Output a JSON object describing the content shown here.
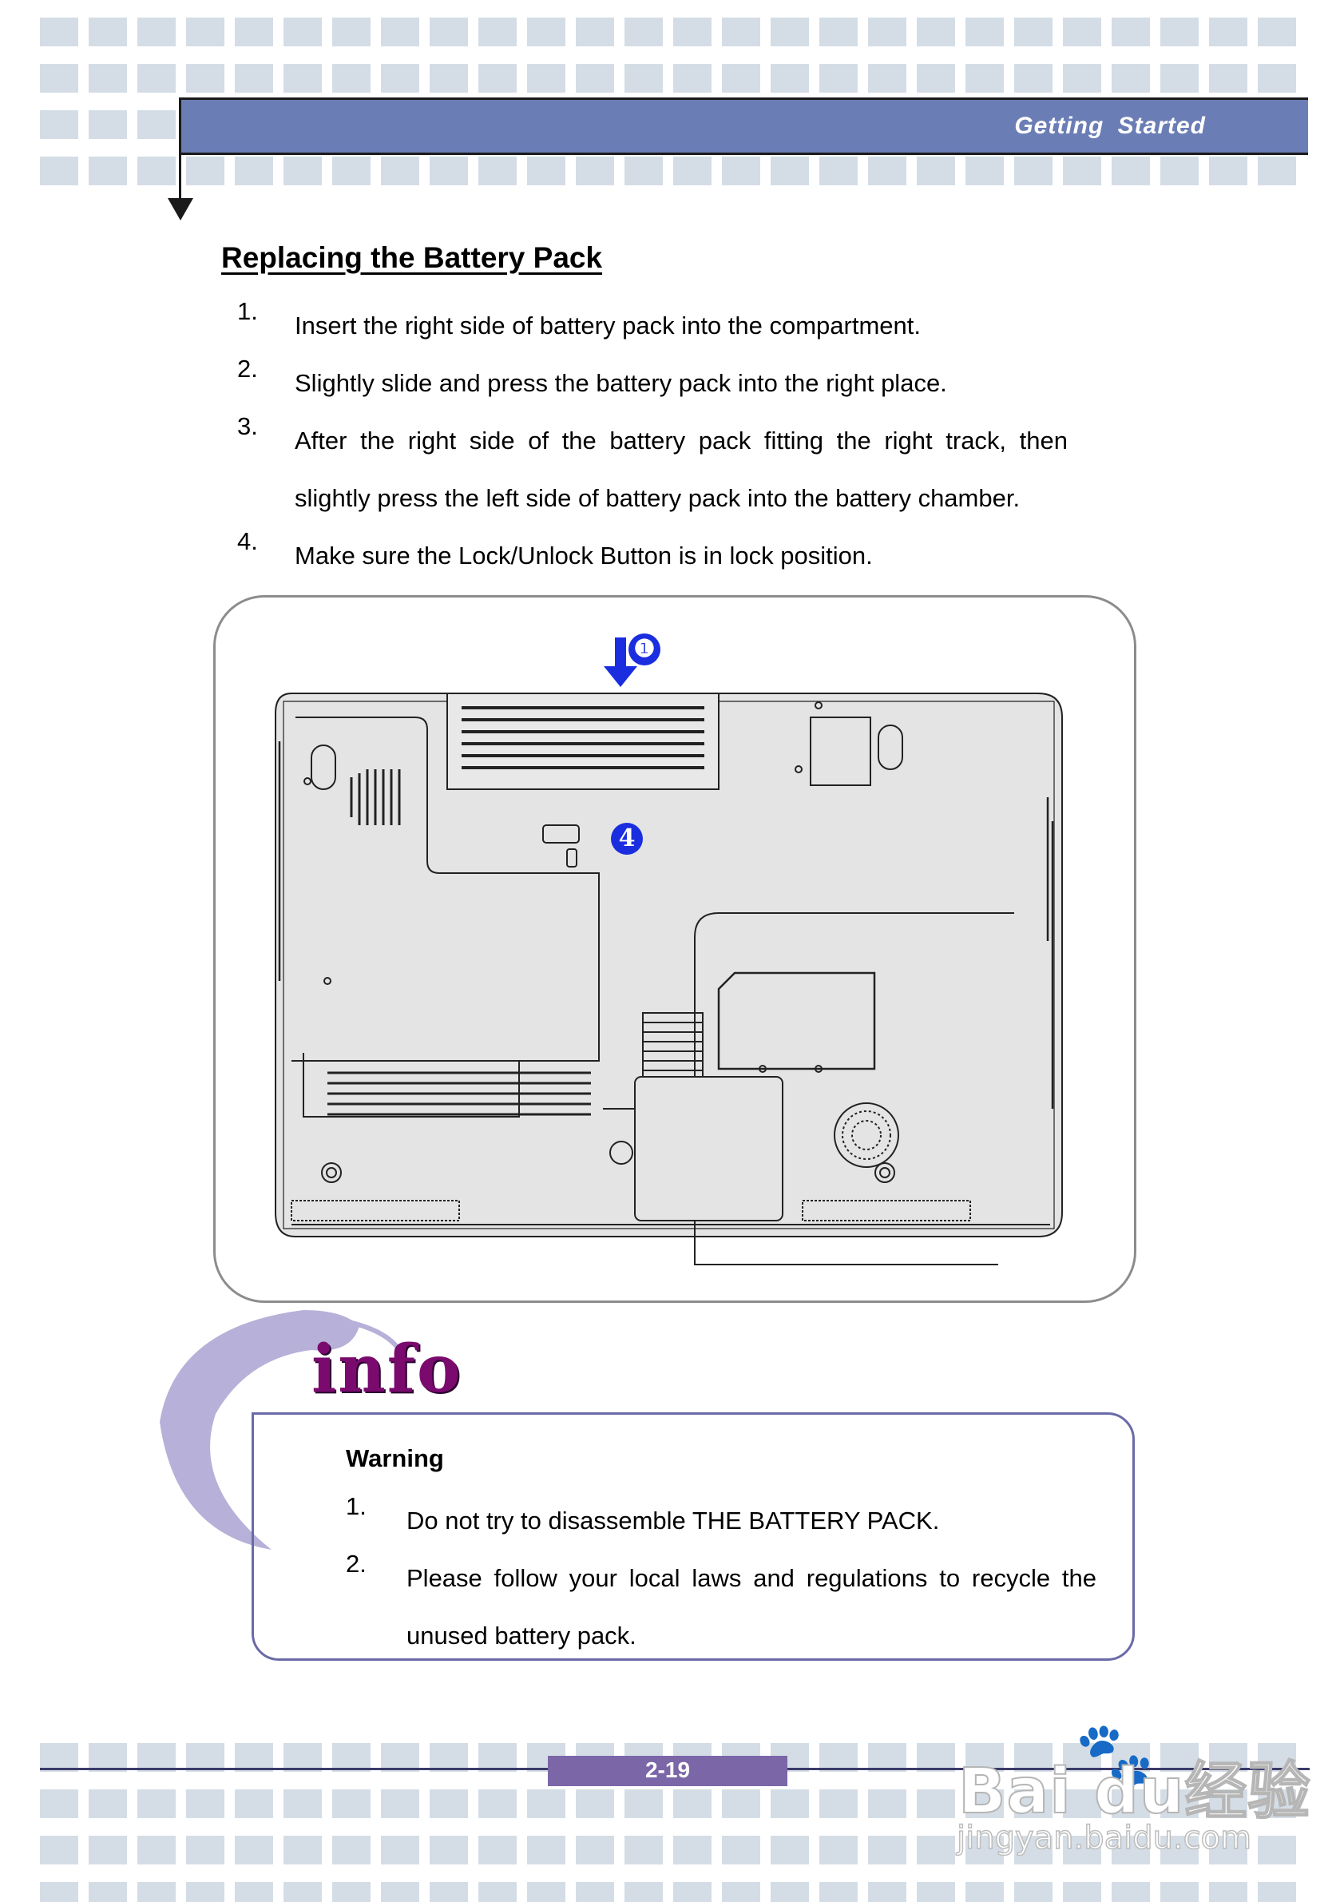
{
  "header": {
    "section": "Getting  Started"
  },
  "title": "Replacing the Battery Pack",
  "steps": [
    {
      "num": "1.",
      "text": "Insert the right side of battery pack into the compartment."
    },
    {
      "num": "2.",
      "text": "Slightly slide and press the battery pack into the right place."
    },
    {
      "num": "3.",
      "text": "After the right side of the battery pack fitting the right track, then slightly press the left side of battery pack into the battery chamber."
    },
    {
      "num": "4.",
      "text": "Make sure the Lock/Unlock Button is in lock position."
    }
  ],
  "figure": {
    "callout_1": "❶",
    "callout_4": "4"
  },
  "info": {
    "logo_word": "info",
    "warning_title": "Warning",
    "items": [
      {
        "num": "1.",
        "text": "Do not try to disassemble THE BATTERY PACK."
      },
      {
        "num": "2.",
        "text": "Please follow your local laws and regulations to recycle the unused battery pack."
      }
    ]
  },
  "footer": {
    "page_number": "2-19"
  },
  "watermark": {
    "brand": "Bai du经验",
    "url": "jingyan.baidu.com"
  },
  "colors": {
    "header_band": "#6b7db5",
    "page_box": "#7b66a8",
    "info_purple": "#7a0a6e",
    "callout_blue": "#1a2ee0"
  }
}
